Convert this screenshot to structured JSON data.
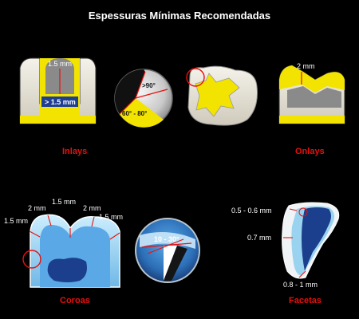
{
  "title": "Espessuras Mínimas Recomendadas",
  "sections": {
    "inlays": "Inlays",
    "onlays": "Onlays",
    "coroas": "Coroas",
    "facetas": "Facetas"
  },
  "inlay_labels": {
    "depth": "1.5 mm",
    "width": "> 1.5 mm",
    "angle_obtuse": ">90°",
    "angle_range": "60° - 80°"
  },
  "onlay_labels": {
    "thickness": "2 mm"
  },
  "crown_labels": {
    "left_shoulder": "1.5 mm",
    "left_cusp": "2 mm",
    "center": "1.5 mm",
    "right_cusp": "2 mm",
    "right_shoulder": "1.5 mm",
    "angle": "10 - 30°"
  },
  "veneer_labels": {
    "incisal": "0.5 - 0.6 mm",
    "middle": "0.7 mm",
    "cervical": "0.8 - 1 mm"
  },
  "colors": {
    "background": "#000000",
    "tooth": "#e9e6dc",
    "gold": "#f2e400",
    "preparation": "#8a8a8a",
    "crown_light": "#9ad3f0",
    "crown_dark": "#1b3f8c",
    "highlight_red": "#e8100e"
  }
}
